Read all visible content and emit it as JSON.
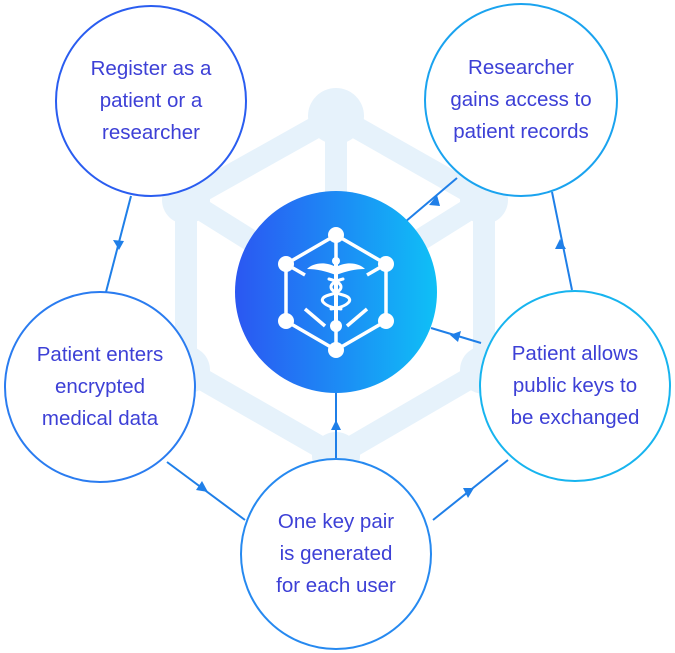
{
  "diagram": {
    "nodes": {
      "register": "Register as a\npatient or a\nresearcher",
      "researcher_access": "Researcher\ngains access to\npatient records",
      "patient_enters": "Patient enters\nencrypted\nmedical data",
      "patient_allows": "Patient allows\npublic keys to\nbe exchanged",
      "key_pair": "One key pair\nis generated\nfor each user"
    },
    "center_icon": "medical-blockchain-icon",
    "colors": {
      "text": "#3d40d6",
      "ring": "#2b6bf0",
      "connector": "#1f7fe8",
      "hub_start": "#2b57f2",
      "hub_end": "#0fc0f6",
      "watermark": "#e8f3fb"
    }
  }
}
